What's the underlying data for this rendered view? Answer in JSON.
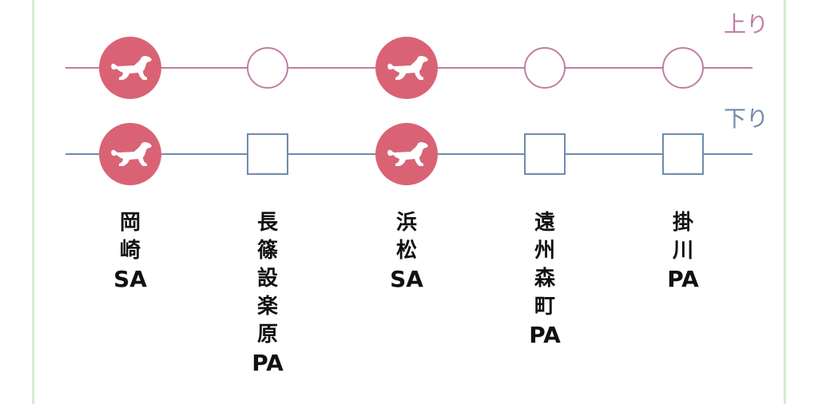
{
  "directions": {
    "up": {
      "label": "上り",
      "color": "#c17ea3"
    },
    "down": {
      "label": "下り",
      "color": "#6f8bab"
    }
  },
  "colors": {
    "sa_fill": "#d96375",
    "frame_border": "#d8ead2",
    "text": "#111111"
  },
  "icons": {
    "sa": "dog-icon"
  },
  "stations": [
    {
      "chars": [
        "岡",
        "崎"
      ],
      "type": "SA",
      "kind": "sa"
    },
    {
      "chars": [
        "長",
        "篠",
        "設",
        "楽",
        "原"
      ],
      "type": "PA",
      "kind": "pa"
    },
    {
      "chars": [
        "浜",
        "松"
      ],
      "type": "SA",
      "kind": "sa"
    },
    {
      "chars": [
        "遠",
        "州",
        "森",
        "町"
      ],
      "type": "PA",
      "kind": "pa"
    },
    {
      "chars": [
        "掛",
        "川"
      ],
      "type": "PA",
      "kind": "pa"
    }
  ]
}
